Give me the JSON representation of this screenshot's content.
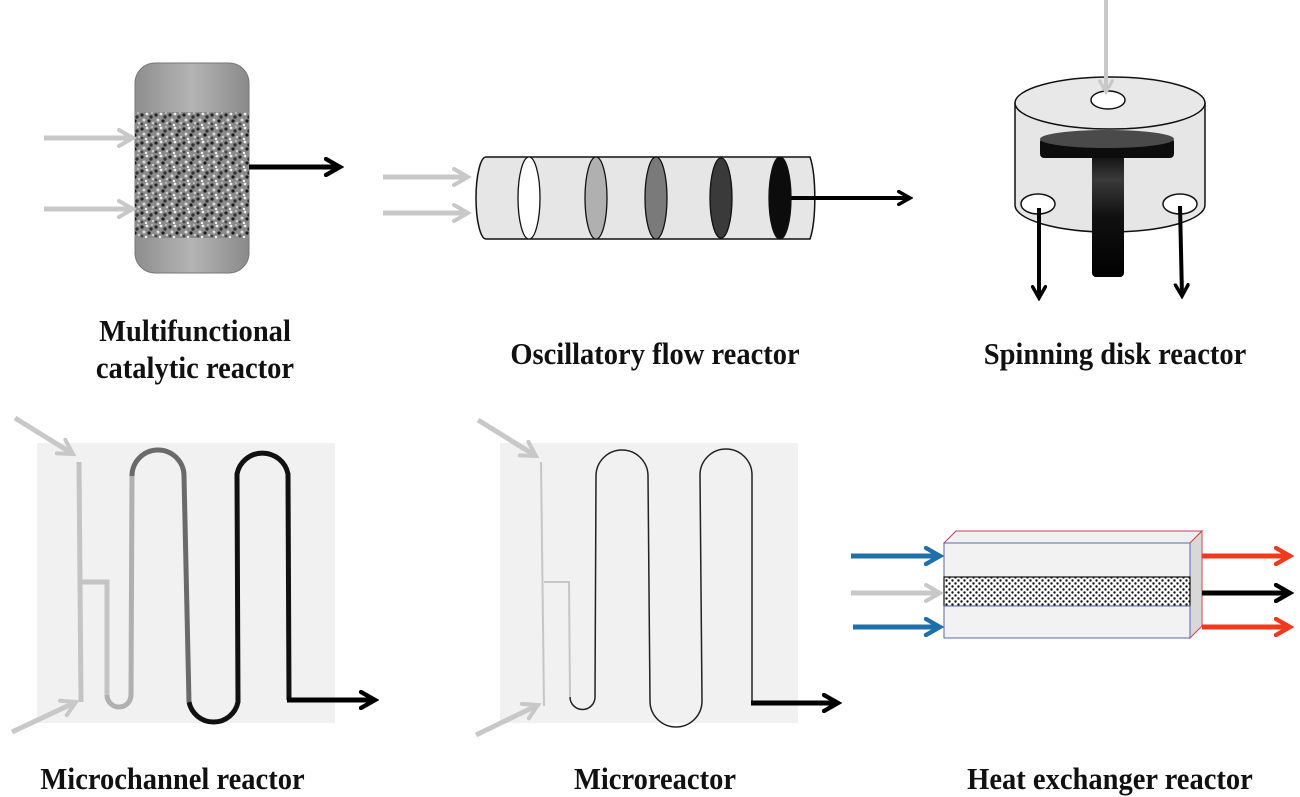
{
  "figure": {
    "panels": [
      {
        "id": "multifunctional",
        "label_lines": [
          "Multifunctional",
          "catalytic reactor"
        ],
        "inlets": 2,
        "outlets": 1
      },
      {
        "id": "oscillatory",
        "label_lines": [
          "Oscillatory flow reactor"
        ],
        "inlets": 2,
        "outlets": 1,
        "baffles": 5
      },
      {
        "id": "spinning-disk",
        "label_lines": [
          "Spinning disk reactor"
        ],
        "inlets": 1,
        "outlets": 2
      },
      {
        "id": "microchannel",
        "label_lines": [
          "Microchannel reactor"
        ],
        "inlets": 2,
        "outlets": 1
      },
      {
        "id": "microreactor",
        "label_lines": [
          "Microreactor"
        ],
        "inlets": 2,
        "outlets": 1
      },
      {
        "id": "heat-exchanger",
        "label_lines": [
          "Heat exchanger reactor"
        ],
        "inlets": 3,
        "outlets": 3
      }
    ],
    "colors": {
      "inlet_arrow": "#c8c8c8",
      "outlet_arrow": "#000000",
      "coolant_in": "#1f6faa",
      "coolant_out": "#f03a1e",
      "panel_bg": "#f1f1f1",
      "vessel_fill": "#e6e6e6",
      "baffle_shades": [
        "#ffffff",
        "#b0b0b0",
        "#7a7a7a",
        "#3a3a3a",
        "#0c0c0c"
      ]
    }
  }
}
